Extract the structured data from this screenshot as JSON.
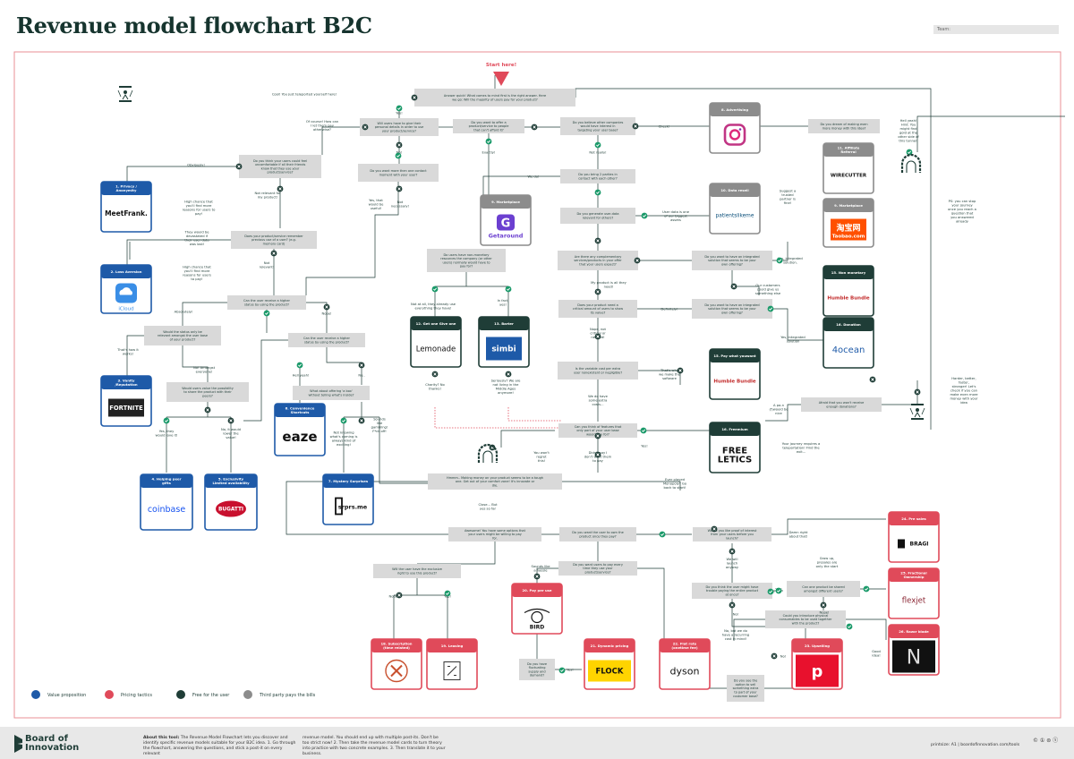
{
  "header": {
    "title": "Revenue model flowchart B2C",
    "team_label": "Team:"
  },
  "start": "Start here!",
  "legend": [
    {
      "label": "Value proposition",
      "color": "#1e5aa8"
    },
    {
      "label": "Pricing tactics",
      "color": "#e04a5a"
    },
    {
      "label": "Free for the user",
      "color": "#1f3d37"
    },
    {
      "label": "Third party pays the bills",
      "color": "#8c8c8c"
    }
  ],
  "cards": [
    {
      "num": "1. Privacy / Anonymity",
      "logo": "MeetFrank.",
      "cat": "blue"
    },
    {
      "num": "2. Loss Aversion",
      "logo": "iCloud",
      "cat": "blue"
    },
    {
      "num": "3. Vanity /Reputation",
      "logo": "FORTNITE",
      "cat": "blue"
    },
    {
      "num": "4. Helping peer gifts",
      "logo": "coinbase",
      "cat": "blue"
    },
    {
      "num": "5. Exclusivity Limited availability",
      "logo": "BUGATTI",
      "cat": "blue"
    },
    {
      "num": "6. Convenience Shortcuts",
      "logo": "eaze",
      "cat": "blue"
    },
    {
      "num": "7. Mystery Surprises",
      "logo": "srprs.me",
      "cat": "blue"
    },
    {
      "num": "8. Advertising",
      "logo": "Instagram",
      "cat": "gray"
    },
    {
      "num": "9. Marketplace",
      "logo": "Getaround",
      "cat": "gray"
    },
    {
      "num": "10. Data resell",
      "logo": "patientslikeme",
      "cat": "gray"
    },
    {
      "num": "11. Affiliate Referral",
      "logo": "WIRECUTTER",
      "cat": "gray"
    },
    {
      "num": "9. Marketplace",
      "logo": "Taobao.com",
      "cat": "gray"
    },
    {
      "num": "12. Get one Give one",
      "logo": "Lemonade",
      "cat": "dark"
    },
    {
      "num": "13. Barter",
      "logo": "simbi",
      "cat": "dark"
    },
    {
      "num": "15. Non monetary",
      "logo": "Humble Bundle",
      "cat": "dark"
    },
    {
      "num": "15. Pay what youwant",
      "logo": "Humble Bundle",
      "cat": "dark"
    },
    {
      "num": "16. Donation",
      "logo": "4ocean",
      "cat": "dark"
    },
    {
      "num": "16. Freemium",
      "logo": "FREELETICS",
      "cat": "dark"
    },
    {
      "num": "18. Subscription (time related)",
      "logo": "hammers",
      "cat": "red"
    },
    {
      "num": "19. Leasing",
      "logo": "leasing",
      "cat": "red"
    },
    {
      "num": "20. Pay per use",
      "logo": "BIRD",
      "cat": "red"
    },
    {
      "num": "21. Dynamic pricing",
      "logo": "FLOCK",
      "cat": "red"
    },
    {
      "num": "22. Flat rate (onetime fee)",
      "logo": "dyson",
      "cat": "red"
    },
    {
      "num": "23. Upselling",
      "logo": "p",
      "cat": "red"
    },
    {
      "num": "24. Pre sales",
      "logo": "BRAGI",
      "cat": "red"
    },
    {
      "num": "25. Fractional Ownership",
      "logo": "flexjet",
      "cat": "red"
    },
    {
      "num": "26. Razor blade",
      "logo": "Nespresso",
      "cat": "red"
    }
  ],
  "questions": [
    "Answer quick! What comes to mind first is the right answer. Here we go: Will the majority of users pay for your product?",
    "Will users have to give their personal details in order to use your product/service?",
    "Do you want to offer a product/service to people that can't afford it?",
    "Do you believe other companies would have interest in targeting your user base?",
    "Do you dream of making even more money with this idea?",
    "Do you think your users could feel uncomfortable if all their friends know that they use your product/service?",
    "Do you want more then one contact moment with your user?",
    "Do you bring 2 parties in contact with each other?",
    "Do you generate user-data relevant for others?",
    "Does your product/service remember previous use of a user? (e.g. memory card)",
    "Do users have non-monetary resources the company (or other users) normally would have to pay for?",
    "Are there any complementary services/products in your offer that your users expect?",
    "Do you want to have an integrated solution that seems to be your own offering?",
    "Can the user receive a higher status by using the product?",
    "Does your product need a critical amount of users to show its value?",
    "Do you want to have an integrated solution that seems to be your own offering?",
    "Would the status only be relevant amongst the user base of your product?",
    "Can the user receive a higher status by using the product?",
    "Would users value the possibility to share the product with their peers?",
    "What about offering 'a box' without telling what's inside?",
    "Is the variable cost per extra user nonexistent or negligible?",
    "Afraid that you won't receive enough donations?",
    "Can you think of features that only part of your user base would pay for?",
    "Hmmm.. Making money on your product seems to be a tough one. Get out of your comfort zone! It's innovate or die.",
    "Awesome! You have some options that your users might be willing to pay for.",
    "Do you want the user to own the product once they pay?",
    "Would you like proof of interest from your users before you launch?",
    "Will the user have the exclusive right to use this product?",
    "Do you want users to pay every time they use your product/service?",
    "Do you think the user might have trouble paying the entire product at once?",
    "Can one product be shared amongst different users?",
    "Could you introduce physical consumables to be used together with the product?",
    "Do you have fluctuating supply and demand?",
    "Do you see the option to sell something extra to part of your customer base?"
  ],
  "notes": [
    "Cool! You just teleported yourself here!",
    "Of course! How can I let them pay otherwise?",
    "Yes!",
    "No!",
    "Obviously!",
    "Exactly!",
    "Check!",
    "Not really!",
    "We do!",
    "Not relevant for my product!",
    "Yes, that would be useful!",
    "Not necessary!",
    "High chance that you'll find more reasons for users to pay!",
    "They would be devastated if their user data was lost!",
    "Not relevant!",
    "High chance that you'll find more reasons for users to pay!",
    "Absolutely!",
    "Nope!",
    "That's how it works!",
    "No! Amongst everyone!",
    "Yes, they would love it!",
    "No, it would lower the value!",
    "Hell yeah!",
    "No..",
    "Not knowing what's coming is always kind of exciting!",
    "Sounds like gambling! F*ck off!",
    "Not at all, they already use everything they have!",
    "In fact, yes!",
    "Charity? No thanks!",
    "Seriously? We are not living in the Middle Ages anymore!",
    "My product is all they need!",
    "Definitely!",
    "Nope, not critical or needed!",
    "That's why we make the software",
    "We do have some extra costs...",
    "Didn't say I don't want them to pay",
    "You won't regret this!",
    "Yes!",
    "A pa-n (f)would be nice",
    "Your journey requires a teleportation! Find the exit...",
    "Ever played Monopoly? Go back to start!",
    "Close... But yes so far",
    "User data is one of our biggest assets",
    "Suggest a trusted partner is fine!",
    "Yes, integrated solution.",
    "Our customers could give us something else",
    "Yes, integrated solution",
    "Hell yeah! Hint: You might find gold at the other side of this tunnel!",
    "PS: you can stop your journey once you reach a question that you answered already",
    "Harder, better, faster, stronger! Let's check if you can make even more money with your idea",
    "Sounds like a hassle",
    "Nope!",
    "Yep!",
    "Yes!",
    "Yes!",
    "Damn right about that!",
    "Grow up, presales are only the start",
    "We will launch anyway",
    "No!",
    "Yes!",
    "Nope!",
    "No, but we do have a recurring cost in mind!",
    "Good idea!",
    "No!",
    "Yes!"
  ],
  "footer": {
    "logo": "Board of Innovation",
    "about_lead": "About this tool:",
    "about": " The Revenue Model Flowchart lets you discover and identify specific revenue models suitable for your B2C idea. 1. Go through the flowchart, answering the questions, and stick a post-it on every relevant",
    "about2": "revenue model. You should end up with multiple post-its. Don't be too strict now! 2. Then take the revenue model cards to turn theory into practice with two concrete examples. 3. Then translate it to your business.",
    "right": "printsize: A1 | boardofinnovation.com/tools",
    "cc": "© ① ⊜ ⓢ"
  }
}
